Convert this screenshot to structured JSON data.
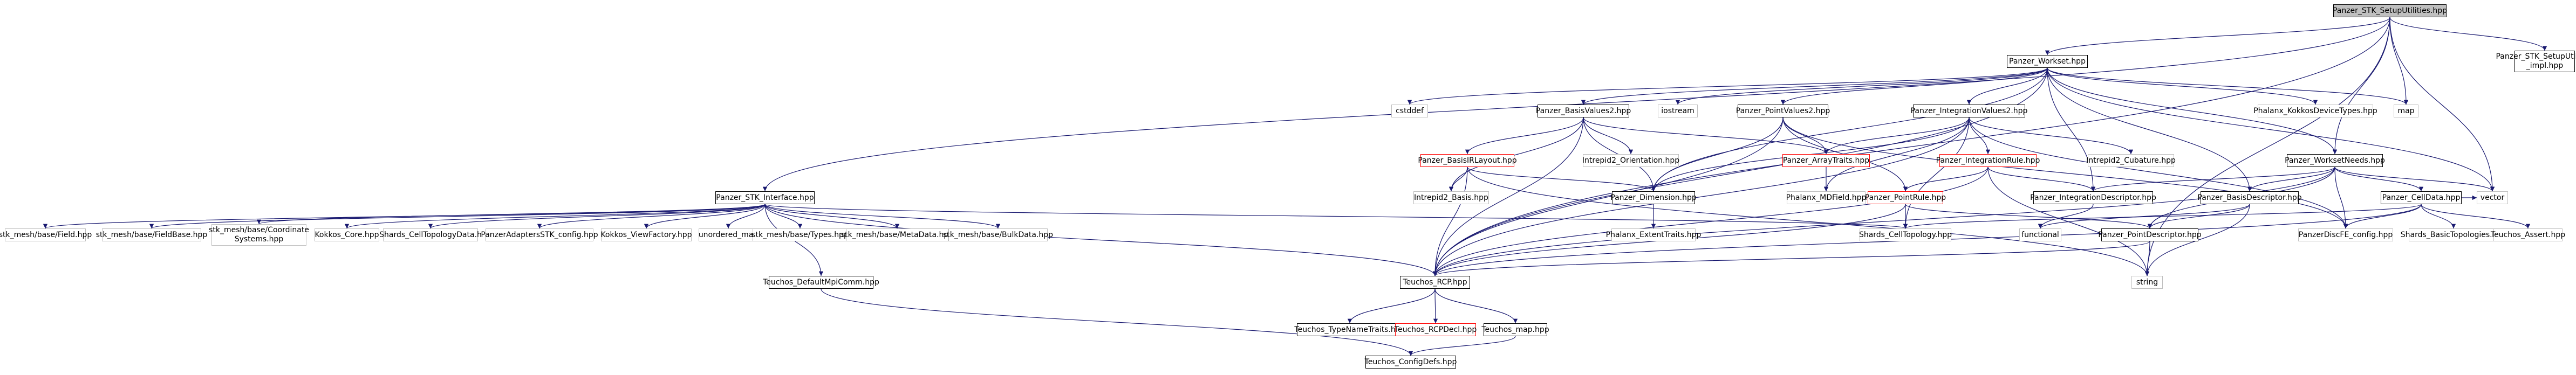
{
  "graph": {
    "root": "panzer_stk_setuputilities",
    "edge_color": "#191970",
    "node_styles": {
      "root": {
        "fill": "#bfbfbf",
        "border": "#000000"
      },
      "black": {
        "fill": "#ffffff",
        "border": "#000000"
      },
      "red": {
        "fill": "#ffffff",
        "border": "#ff0000"
      },
      "grey": {
        "fill": "#ffffff",
        "border": "#bfbfbf"
      }
    },
    "nodes": [
      {
        "id": "panzer_stk_setuputilities",
        "label": "Panzer_STK_SetupUtilities.hpp",
        "style": "root"
      },
      {
        "id": "panzer_workset",
        "label": "Panzer_Workset.hpp",
        "style": "black"
      },
      {
        "id": "panzer_stk_setuputilities_impl",
        "label": "Panzer_STK_SetupUtilities\n_impl.hpp",
        "style": "black"
      },
      {
        "id": "cstddef",
        "label": "cstddef",
        "style": "grey"
      },
      {
        "id": "panzer_basisvalues2",
        "label": "Panzer_BasisValues2.hpp",
        "style": "black"
      },
      {
        "id": "iostream",
        "label": "iostream",
        "style": "grey"
      },
      {
        "id": "panzer_pointvalues2",
        "label": "Panzer_PointValues2.hpp",
        "style": "black"
      },
      {
        "id": "panzer_integrationvalues2",
        "label": "Panzer_IntegrationValues2.hpp",
        "style": "black"
      },
      {
        "id": "phalanx_kokkosdevicetypes",
        "label": "Phalanx_KokkosDeviceTypes.hpp",
        "style": "grey"
      },
      {
        "id": "map",
        "label": "map",
        "style": "grey"
      },
      {
        "id": "panzer_worksetneeds",
        "label": "Panzer_WorksetNeeds.hpp",
        "style": "black"
      },
      {
        "id": "vector",
        "label": "vector",
        "style": "grey"
      },
      {
        "id": "panzer_basisirlayout",
        "label": "Panzer_BasisIRLayout.hpp",
        "style": "red"
      },
      {
        "id": "intrepid2_orientation",
        "label": "Intrepid2_Orientation.hpp",
        "style": "grey"
      },
      {
        "id": "panzer_arraytraits",
        "label": "Panzer_ArrayTraits.hpp",
        "style": "red"
      },
      {
        "id": "panzer_integrationrule",
        "label": "Panzer_IntegrationRule.hpp",
        "style": "red"
      },
      {
        "id": "intrepid2_cubature",
        "label": "Intrepid2_Cubature.hpp",
        "style": "grey"
      },
      {
        "id": "intrepid2_basis",
        "label": "Intrepid2_Basis.hpp",
        "style": "grey"
      },
      {
        "id": "panzer_dimension",
        "label": "Panzer_Dimension.hpp",
        "style": "black"
      },
      {
        "id": "phalanx_mdfield",
        "label": "Phalanx_MDField.hpp",
        "style": "grey"
      },
      {
        "id": "panzer_pointrule",
        "label": "Panzer_PointRule.hpp",
        "style": "red"
      },
      {
        "id": "panzer_integrationdescriptor",
        "label": "Panzer_IntegrationDescriptor.hpp",
        "style": "black"
      },
      {
        "id": "panzer_basisdescriptor",
        "label": "Panzer_BasisDescriptor.hpp",
        "style": "black"
      },
      {
        "id": "panzer_celldata",
        "label": "Panzer_CellData.hpp",
        "style": "black"
      },
      {
        "id": "panzer_stk_interface",
        "label": "Panzer_STK_Interface.hpp",
        "style": "black"
      },
      {
        "id": "phalanx_extenttraits",
        "label": "Phalanx_ExtentTraits.hpp",
        "style": "grey"
      },
      {
        "id": "shards_celltopology",
        "label": "Shards_CellTopology.hpp",
        "style": "grey"
      },
      {
        "id": "functional",
        "label": "functional",
        "style": "grey"
      },
      {
        "id": "panzer_pointdescriptor",
        "label": "Panzer_PointDescriptor.hpp",
        "style": "black"
      },
      {
        "id": "panzerdiscfe_config",
        "label": "PanzerDiscFE_config.hpp",
        "style": "grey"
      },
      {
        "id": "shards_basictopologies",
        "label": "Shards_BasicTopologies.hpp",
        "style": "grey"
      },
      {
        "id": "teuchos_assert",
        "label": "Teuchos_Assert.hpp",
        "style": "grey"
      },
      {
        "id": "stk_field",
        "label": "stk_mesh/base/Field.hpp",
        "style": "grey"
      },
      {
        "id": "stk_fieldbase",
        "label": "stk_mesh/base/FieldBase.hpp",
        "style": "grey"
      },
      {
        "id": "stk_coordsys",
        "label": "stk_mesh/base/Coordinate\nSystems.hpp",
        "style": "grey"
      },
      {
        "id": "kokkos_core",
        "label": "Kokkos_Core.hpp",
        "style": "grey"
      },
      {
        "id": "shards_celltopologydata",
        "label": "Shards_CellTopologyData.h",
        "style": "grey"
      },
      {
        "id": "panzeradaptersstk_config",
        "label": "PanzerAdaptersSTK_config.hpp",
        "style": "grey"
      },
      {
        "id": "kokkos_viewfactory",
        "label": "Kokkos_ViewFactory.hpp",
        "style": "grey"
      },
      {
        "id": "unordered_map",
        "label": "unordered_map",
        "style": "grey"
      },
      {
        "id": "stk_types",
        "label": "stk_mesh/base/Types.hpp",
        "style": "grey"
      },
      {
        "id": "stk_metadata",
        "label": "stk_mesh/base/MetaData.hpp",
        "style": "grey"
      },
      {
        "id": "stk_bulkdata",
        "label": "stk_mesh/base/BulkData.hpp",
        "style": "grey"
      },
      {
        "id": "teuchos_rcp",
        "label": "Teuchos_RCP.hpp",
        "style": "black"
      },
      {
        "id": "string",
        "label": "string",
        "style": "grey"
      },
      {
        "id": "teuchos_defaultmpicomm",
        "label": "Teuchos_DefaultMpiComm.hpp",
        "style": "black"
      },
      {
        "id": "teuchos_typenametraits",
        "label": "Teuchos_TypeNameTraits.hpp",
        "style": "black"
      },
      {
        "id": "teuchos_rcpdecl",
        "label": "Teuchos_RCPDecl.hpp",
        "style": "red"
      },
      {
        "id": "teuchos_map",
        "label": "Teuchos_map.hpp",
        "style": "black"
      },
      {
        "id": "teuchos_configdefs",
        "label": "Teuchos_ConfigDefs.hpp",
        "style": "black"
      }
    ],
    "edges": [
      [
        "panzer_stk_setuputilities",
        "panzer_workset"
      ],
      [
        "panzer_stk_setuputilities",
        "panzer_stk_setuputilities_impl"
      ],
      [
        "panzer_stk_setuputilities",
        "panzer_stk_interface"
      ],
      [
        "panzer_stk_setuputilities",
        "teuchos_rcp"
      ],
      [
        "panzer_stk_setuputilities",
        "map"
      ],
      [
        "panzer_stk_setuputilities",
        "vector"
      ],
      [
        "panzer_stk_setuputilities",
        "string"
      ],
      [
        "panzer_stk_setuputilities",
        "panzer_worksetneeds"
      ],
      [
        "panzer_workset",
        "cstddef"
      ],
      [
        "panzer_workset",
        "iostream"
      ],
      [
        "panzer_workset",
        "panzer_basisvalues2"
      ],
      [
        "panzer_workset",
        "panzer_pointvalues2"
      ],
      [
        "panzer_workset",
        "panzer_integrationvalues2"
      ],
      [
        "panzer_workset",
        "phalanx_kokkosdevicetypes"
      ],
      [
        "panzer_workset",
        "map"
      ],
      [
        "panzer_workset",
        "vector"
      ],
      [
        "panzer_workset",
        "panzer_worksetneeds"
      ],
      [
        "panzer_workset",
        "panzer_dimension"
      ],
      [
        "panzer_workset",
        "teuchos_rcp"
      ],
      [
        "panzer_workset",
        "panzer_basisdescriptor"
      ],
      [
        "panzer_workset",
        "panzer_integrationdescriptor"
      ],
      [
        "panzer_basisvalues2",
        "panzer_basisirlayout"
      ],
      [
        "panzer_basisvalues2",
        "intrepid2_orientation"
      ],
      [
        "panzer_basisvalues2",
        "panzer_arraytraits"
      ],
      [
        "panzer_basisvalues2",
        "intrepid2_basis"
      ],
      [
        "panzer_basisvalues2",
        "panzer_dimension"
      ],
      [
        "panzer_basisvalues2",
        "teuchos_rcp"
      ],
      [
        "panzer_pointvalues2",
        "panzer_arraytraits"
      ],
      [
        "panzer_pointvalues2",
        "panzer_pointrule"
      ],
      [
        "panzer_pointvalues2",
        "panzer_dimension"
      ],
      [
        "panzer_pointvalues2",
        "teuchos_rcp"
      ],
      [
        "panzer_pointvalues2",
        "panzerdiscfe_config"
      ],
      [
        "panzer_integrationvalues2",
        "panzer_integrationrule"
      ],
      [
        "panzer_integrationvalues2",
        "intrepid2_cubature"
      ],
      [
        "panzer_integrationvalues2",
        "panzer_arraytraits"
      ],
      [
        "panzer_integrationvalues2",
        "phalanx_mdfield"
      ],
      [
        "panzer_integrationvalues2",
        "panzer_dimension"
      ],
      [
        "panzer_integrationvalues2",
        "teuchos_rcp"
      ],
      [
        "panzer_integrationvalues2",
        "shards_celltopology"
      ],
      [
        "panzer_integrationvalues2",
        "panzerdiscfe_config"
      ],
      [
        "panzer_basisirlayout",
        "intrepid2_basis"
      ],
      [
        "panzer_basisirlayout",
        "panzer_dimension"
      ],
      [
        "panzer_basisirlayout",
        "teuchos_rcp"
      ],
      [
        "panzer_basisirlayout",
        "string"
      ],
      [
        "panzer_arraytraits",
        "phalanx_mdfield"
      ],
      [
        "panzer_integrationrule",
        "panzer_pointrule"
      ],
      [
        "panzer_integrationrule",
        "panzer_integrationdescriptor"
      ],
      [
        "panzer_integrationrule",
        "teuchos_rcp"
      ],
      [
        "panzer_integrationrule",
        "string"
      ],
      [
        "panzer_pointrule",
        "shards_celltopology"
      ],
      [
        "panzer_pointrule",
        "teuchos_rcp"
      ],
      [
        "panzer_pointrule",
        "panzer_pointdescriptor"
      ],
      [
        "panzer_dimension",
        "phalanx_extenttraits"
      ],
      [
        "panzer_worksetneeds",
        "panzer_celldata"
      ],
      [
        "panzer_worksetneeds",
        "panzer_basisdescriptor"
      ],
      [
        "panzer_worksetneeds",
        "panzer_integrationdescriptor"
      ],
      [
        "panzer_worksetneeds",
        "panzer_pointdescriptor"
      ],
      [
        "panzer_worksetneeds",
        "teuchos_rcp"
      ],
      [
        "panzer_worksetneeds",
        "vector"
      ],
      [
        "panzer_worksetneeds",
        "panzerdiscfe_config"
      ],
      [
        "panzer_integrationdescriptor",
        "functional"
      ],
      [
        "panzer_basisdescriptor",
        "panzer_pointdescriptor"
      ],
      [
        "panzer_basisdescriptor",
        "functional"
      ],
      [
        "panzer_basisdescriptor",
        "string"
      ],
      [
        "panzer_pointdescriptor",
        "string"
      ],
      [
        "panzer_pointdescriptor",
        "teuchos_rcp"
      ],
      [
        "panzer_celldata",
        "shards_celltopology"
      ],
      [
        "panzer_celldata",
        "panzerdiscfe_config"
      ],
      [
        "panzer_celldata",
        "shards_basictopologies"
      ],
      [
        "panzer_celldata",
        "teuchos_assert"
      ],
      [
        "panzer_celldata",
        "teuchos_rcp"
      ],
      [
        "panzer_celldata",
        "vector"
      ],
      [
        "panzer_stk_interface",
        "stk_field"
      ],
      [
        "panzer_stk_interface",
        "stk_fieldbase"
      ],
      [
        "panzer_stk_interface",
        "stk_coordsys"
      ],
      [
        "panzer_stk_interface",
        "kokkos_core"
      ],
      [
        "panzer_stk_interface",
        "shards_celltopologydata"
      ],
      [
        "panzer_stk_interface",
        "panzeradaptersstk_config"
      ],
      [
        "panzer_stk_interface",
        "kokkos_viewfactory"
      ],
      [
        "panzer_stk_interface",
        "unordered_map"
      ],
      [
        "panzer_stk_interface",
        "stk_types"
      ],
      [
        "panzer_stk_interface",
        "stk_metadata"
      ],
      [
        "panzer_stk_interface",
        "stk_bulkdata"
      ],
      [
        "panzer_stk_interface",
        "teuchos_rcp"
      ],
      [
        "panzer_stk_interface",
        "teuchos_defaultmpicomm"
      ],
      [
        "panzer_stk_interface",
        "shards_celltopology"
      ],
      [
        "teuchos_rcp",
        "teuchos_typenametraits"
      ],
      [
        "teuchos_rcp",
        "teuchos_rcpdecl"
      ],
      [
        "teuchos_rcp",
        "teuchos_map"
      ],
      [
        "teuchos_map",
        "teuchos_configdefs"
      ],
      [
        "teuchos_defaultmpicomm",
        "teuchos_configdefs"
      ]
    ]
  }
}
